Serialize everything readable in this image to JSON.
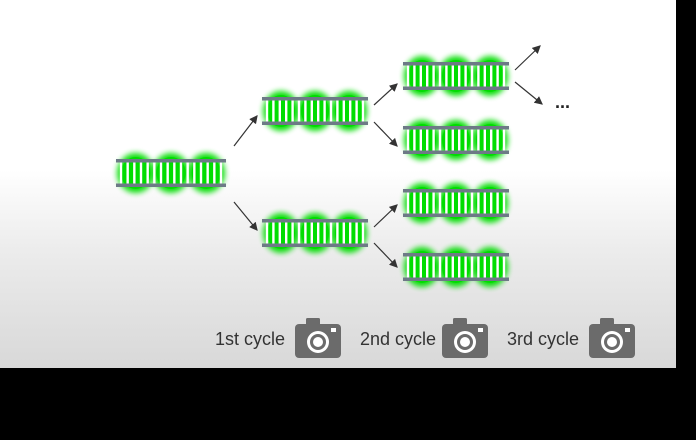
{
  "cycles": [
    {
      "label": "1st cycle",
      "icon": "camera-icon"
    },
    {
      "label": "2nd cycle",
      "icon": "camera-icon"
    },
    {
      "label": "3rd cycle",
      "icon": "camera-icon"
    }
  ],
  "continuation": "...",
  "colors": {
    "dye": "#00dd00",
    "backbone": "#6d7a86",
    "rung": "#ffffff",
    "arrow": "#333333",
    "camera": "#6b6b6b"
  }
}
